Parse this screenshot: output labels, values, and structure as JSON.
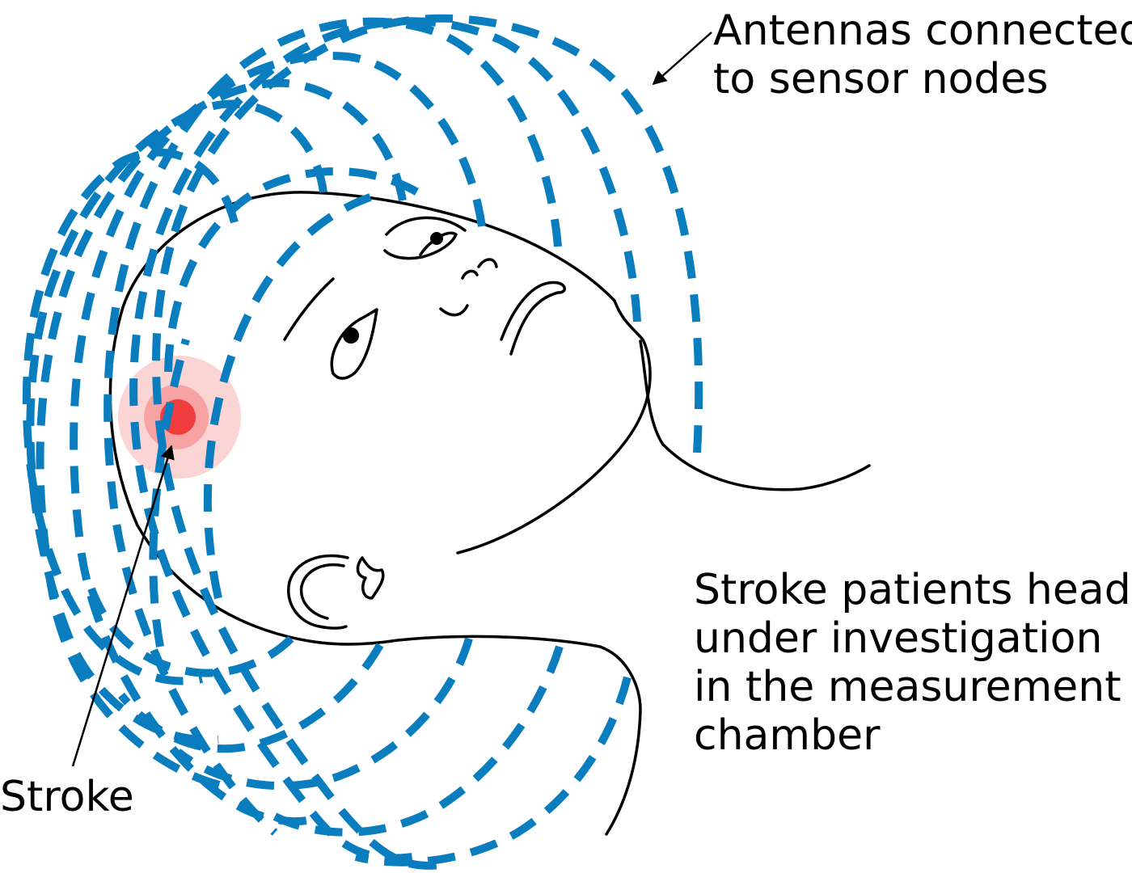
{
  "labels": {
    "antennas": [
      "Antennas connected",
      "to sensor nodes"
    ],
    "head": [
      "Stroke patients head",
      "under investigation",
      "in the measurement",
      "chamber"
    ],
    "stroke": "Stroke"
  },
  "colors": {
    "antenna": "#0a7dbf",
    "outline": "#000000",
    "stroke_core": "#f03c3c",
    "stroke_mid": "#f7a3a3",
    "stroke_halo": "#fbd4d4"
  }
}
